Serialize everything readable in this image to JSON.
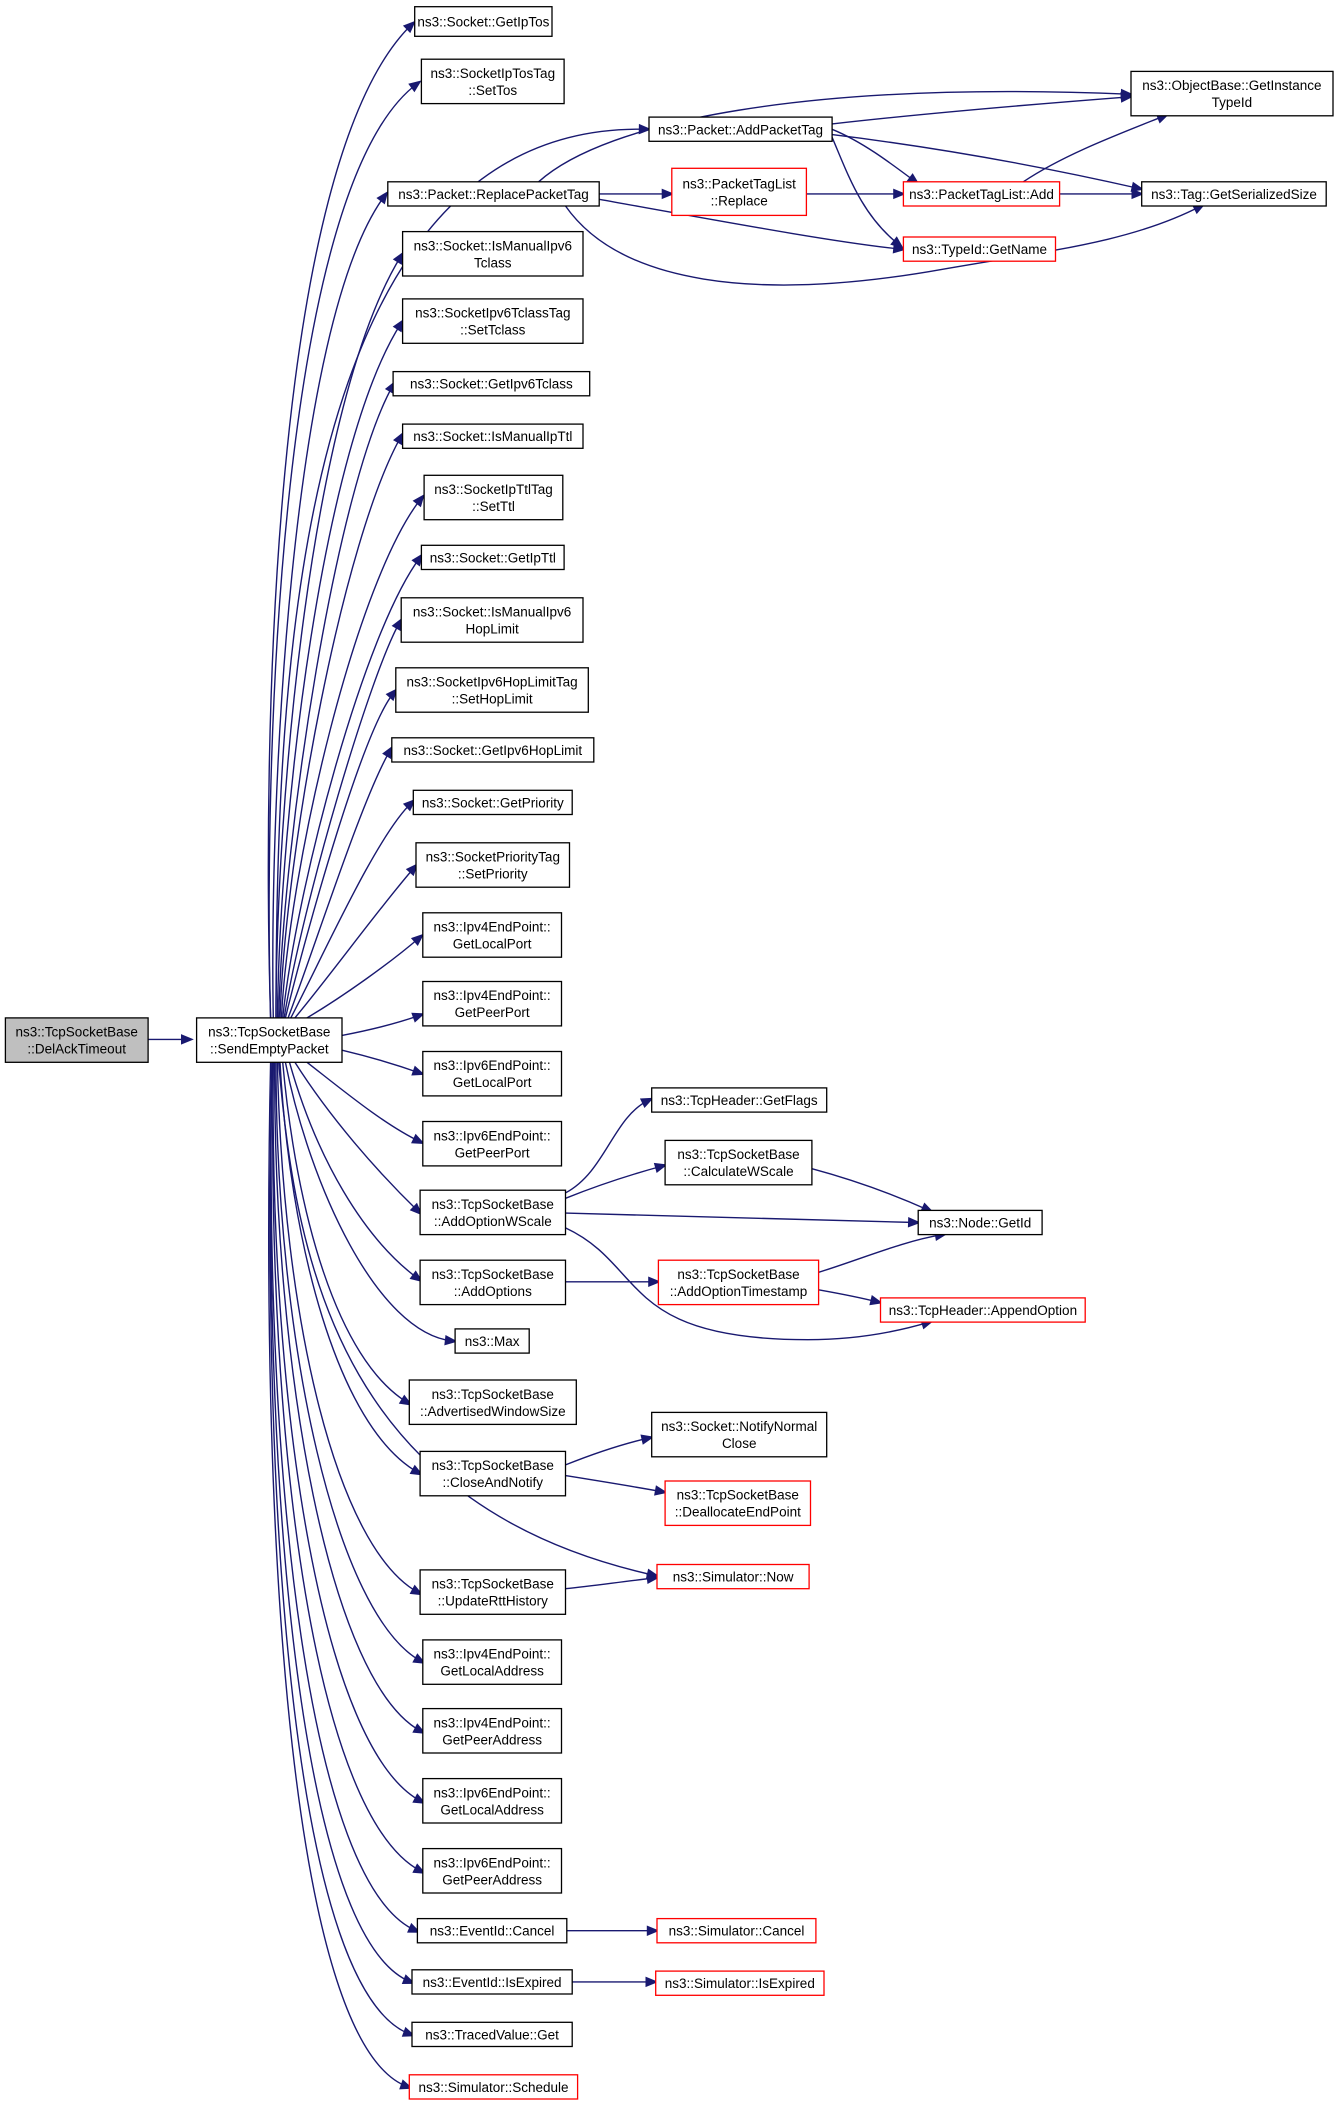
{
  "graph": {
    "nodes": [
      {
        "id": "n0",
        "lines": [
          "ns3::TcpSocketBase",
          "::DelAckTimeout"
        ],
        "root": true
      },
      {
        "id": "n1",
        "lines": [
          "ns3::TcpSocketBase",
          "::SendEmptyPacket"
        ]
      },
      {
        "id": "n2",
        "lines": [
          "ns3::Socket::GetIpTos"
        ]
      },
      {
        "id": "n3",
        "lines": [
          "ns3::SocketIpTosTag",
          "::SetTos"
        ]
      },
      {
        "id": "n4",
        "lines": [
          "ns3::Packet::ReplacePacketTag"
        ]
      },
      {
        "id": "n5",
        "lines": [
          "ns3::Socket::IsManualIpv6",
          "Tclass"
        ]
      },
      {
        "id": "n6",
        "lines": [
          "ns3::SocketIpv6TclassTag",
          "::SetTclass"
        ]
      },
      {
        "id": "n7",
        "lines": [
          "ns3::Socket::GetIpv6Tclass"
        ]
      },
      {
        "id": "n8",
        "lines": [
          "ns3::Socket::IsManualIpTtl"
        ]
      },
      {
        "id": "n9",
        "lines": [
          "ns3::SocketIpTtlTag",
          "::SetTtl"
        ]
      },
      {
        "id": "n10",
        "lines": [
          "ns3::Socket::GetIpTtl"
        ]
      },
      {
        "id": "n11",
        "lines": [
          "ns3::Socket::IsManualIpv6",
          "HopLimit"
        ]
      },
      {
        "id": "n12",
        "lines": [
          "ns3::SocketIpv6HopLimitTag",
          "::SetHopLimit"
        ]
      },
      {
        "id": "n13",
        "lines": [
          "ns3::Socket::GetIpv6HopLimit"
        ]
      },
      {
        "id": "n14",
        "lines": [
          "ns3::Socket::GetPriority"
        ]
      },
      {
        "id": "n15",
        "lines": [
          "ns3::SocketPriorityTag",
          "::SetPriority"
        ]
      },
      {
        "id": "n16",
        "lines": [
          "ns3::Ipv4EndPoint::",
          "GetLocalPort"
        ]
      },
      {
        "id": "n17",
        "lines": [
          "ns3::Ipv4EndPoint::",
          "GetPeerPort"
        ]
      },
      {
        "id": "n18",
        "lines": [
          "ns3::Ipv6EndPoint::",
          "GetLocalPort"
        ]
      },
      {
        "id": "n19",
        "lines": [
          "ns3::Ipv6EndPoint::",
          "GetPeerPort"
        ]
      },
      {
        "id": "n20",
        "lines": [
          "ns3::TcpSocketBase",
          "::AddOptionWScale"
        ]
      },
      {
        "id": "n21",
        "lines": [
          "ns3::TcpSocketBase",
          "::AddOptions"
        ]
      },
      {
        "id": "n22",
        "lines": [
          "ns3::Max"
        ]
      },
      {
        "id": "n23",
        "lines": [
          "ns3::TcpSocketBase",
          "::AdvertisedWindowSize"
        ]
      },
      {
        "id": "n24",
        "lines": [
          "ns3::TcpSocketBase",
          "::CloseAndNotify"
        ]
      },
      {
        "id": "n25",
        "lines": [
          "ns3::TcpSocketBase",
          "::UpdateRttHistory"
        ]
      },
      {
        "id": "n26",
        "lines": [
          "ns3::Ipv4EndPoint::",
          "GetLocalAddress"
        ]
      },
      {
        "id": "n27",
        "lines": [
          "ns3::Ipv4EndPoint::",
          "GetPeerAddress"
        ]
      },
      {
        "id": "n28",
        "lines": [
          "ns3::Ipv6EndPoint::",
          "GetLocalAddress"
        ]
      },
      {
        "id": "n29",
        "lines": [
          "ns3::Ipv6EndPoint::",
          "GetPeerAddress"
        ]
      },
      {
        "id": "n30",
        "lines": [
          "ns3::EventId::Cancel"
        ]
      },
      {
        "id": "n31",
        "lines": [
          "ns3::EventId::IsExpired"
        ]
      },
      {
        "id": "n32",
        "lines": [
          "ns3::TracedValue::Get"
        ]
      },
      {
        "id": "n33",
        "lines": [
          "ns3::Simulator::Schedule"
        ],
        "truncated": true
      },
      {
        "id": "n34",
        "lines": [
          "ns3::Packet::AddPacketTag"
        ]
      },
      {
        "id": "n35",
        "lines": [
          "ns3::PacketTagList",
          "::Replace"
        ],
        "truncated": true
      },
      {
        "id": "n36",
        "lines": [
          "ns3::TypeId::GetName"
        ],
        "truncated": true
      },
      {
        "id": "n37",
        "lines": [
          "ns3::Tag::GetSerializedSize"
        ]
      },
      {
        "id": "n38",
        "lines": [
          "ns3::ObjectBase::GetInstance",
          "TypeId"
        ]
      },
      {
        "id": "n39",
        "lines": [
          "ns3::PacketTagList::Add"
        ],
        "truncated": true
      },
      {
        "id": "n40",
        "lines": [
          "ns3::TcpHeader::GetFlags"
        ]
      },
      {
        "id": "n41",
        "lines": [
          "ns3::TcpSocketBase",
          "::CalculateWScale"
        ]
      },
      {
        "id": "n42",
        "lines": [
          "ns3::Node::GetId"
        ]
      },
      {
        "id": "n43",
        "lines": [
          "ns3::TcpHeader::AppendOption"
        ],
        "truncated": true
      },
      {
        "id": "n44",
        "lines": [
          "ns3::TcpSocketBase",
          "::AddOptionTimestamp"
        ],
        "truncated": true
      },
      {
        "id": "n45",
        "lines": [
          "ns3::Socket::NotifyNormal",
          "Close"
        ]
      },
      {
        "id": "n46",
        "lines": [
          "ns3::TcpSocketBase",
          "::DeallocateEndPoint"
        ],
        "truncated": true
      },
      {
        "id": "n47",
        "lines": [
          "ns3::Simulator::Now"
        ],
        "truncated": true
      },
      {
        "id": "n48",
        "lines": [
          "ns3::Simulator::Cancel"
        ],
        "truncated": true
      },
      {
        "id": "n49",
        "lines": [
          "ns3::Simulator::IsExpired"
        ],
        "truncated": true
      }
    ],
    "edges": [
      {
        "from": "n0",
        "to": "n1"
      },
      {
        "from": "n1",
        "to": "n2"
      },
      {
        "from": "n1",
        "to": "n3"
      },
      {
        "from": "n1",
        "to": "n4"
      },
      {
        "from": "n1",
        "to": "n5"
      },
      {
        "from": "n1",
        "to": "n6"
      },
      {
        "from": "n1",
        "to": "n7"
      },
      {
        "from": "n1",
        "to": "n8"
      },
      {
        "from": "n1",
        "to": "n9"
      },
      {
        "from": "n1",
        "to": "n10"
      },
      {
        "from": "n1",
        "to": "n11"
      },
      {
        "from": "n1",
        "to": "n12"
      },
      {
        "from": "n1",
        "to": "n13"
      },
      {
        "from": "n1",
        "to": "n14"
      },
      {
        "from": "n1",
        "to": "n15"
      },
      {
        "from": "n1",
        "to": "n16"
      },
      {
        "from": "n1",
        "to": "n17"
      },
      {
        "from": "n1",
        "to": "n18"
      },
      {
        "from": "n1",
        "to": "n19"
      },
      {
        "from": "n1",
        "to": "n20"
      },
      {
        "from": "n1",
        "to": "n21"
      },
      {
        "from": "n1",
        "to": "n22"
      },
      {
        "from": "n1",
        "to": "n23"
      },
      {
        "from": "n1",
        "to": "n24"
      },
      {
        "from": "n1",
        "to": "n25"
      },
      {
        "from": "n1",
        "to": "n26"
      },
      {
        "from": "n1",
        "to": "n27"
      },
      {
        "from": "n1",
        "to": "n28"
      },
      {
        "from": "n1",
        "to": "n29"
      },
      {
        "from": "n1",
        "to": "n30"
      },
      {
        "from": "n1",
        "to": "n31"
      },
      {
        "from": "n1",
        "to": "n32"
      },
      {
        "from": "n1",
        "to": "n33"
      },
      {
        "from": "n1",
        "to": "n34"
      },
      {
        "from": "n1",
        "to": "n47"
      },
      {
        "from": "n4",
        "to": "n38"
      },
      {
        "from": "n4",
        "to": "n35"
      },
      {
        "from": "n4",
        "to": "n36"
      },
      {
        "from": "n4",
        "to": "n37"
      },
      {
        "from": "n34",
        "to": "n38"
      },
      {
        "from": "n34",
        "to": "n39"
      },
      {
        "from": "n34",
        "to": "n36"
      },
      {
        "from": "n34",
        "to": "n37"
      },
      {
        "from": "n35",
        "to": "n39"
      },
      {
        "from": "n39",
        "to": "n38"
      },
      {
        "from": "n39",
        "to": "n37"
      },
      {
        "from": "n20",
        "to": "n40"
      },
      {
        "from": "n20",
        "to": "n41"
      },
      {
        "from": "n20",
        "to": "n42"
      },
      {
        "from": "n20",
        "to": "n43"
      },
      {
        "from": "n41",
        "to": "n42"
      },
      {
        "from": "n21",
        "to": "n44"
      },
      {
        "from": "n44",
        "to": "n42"
      },
      {
        "from": "n44",
        "to": "n43"
      },
      {
        "from": "n24",
        "to": "n45"
      },
      {
        "from": "n24",
        "to": "n46"
      },
      {
        "from": "n25",
        "to": "n47"
      },
      {
        "from": "n30",
        "to": "n48"
      },
      {
        "from": "n31",
        "to": "n49"
      }
    ]
  }
}
